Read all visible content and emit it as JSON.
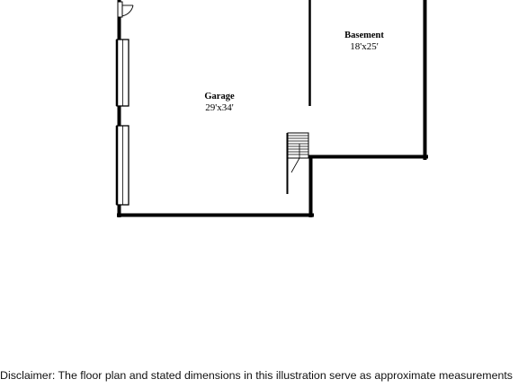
{
  "rooms": {
    "garage": {
      "name": "Garage",
      "dimensions": "29'x34'"
    },
    "basement": {
      "name": "Basement",
      "dimensions": "18'x25'"
    }
  },
  "disclaimer": {
    "text": "Disclaimer: The floor plan and stated dimensions in this illustration serve as approximate measurements"
  },
  "colors": {
    "wall": "#000000",
    "background": "#ffffff"
  },
  "icons": {
    "door": "door-swing",
    "stairs": "staircase",
    "windows": "garage-door-panels"
  }
}
